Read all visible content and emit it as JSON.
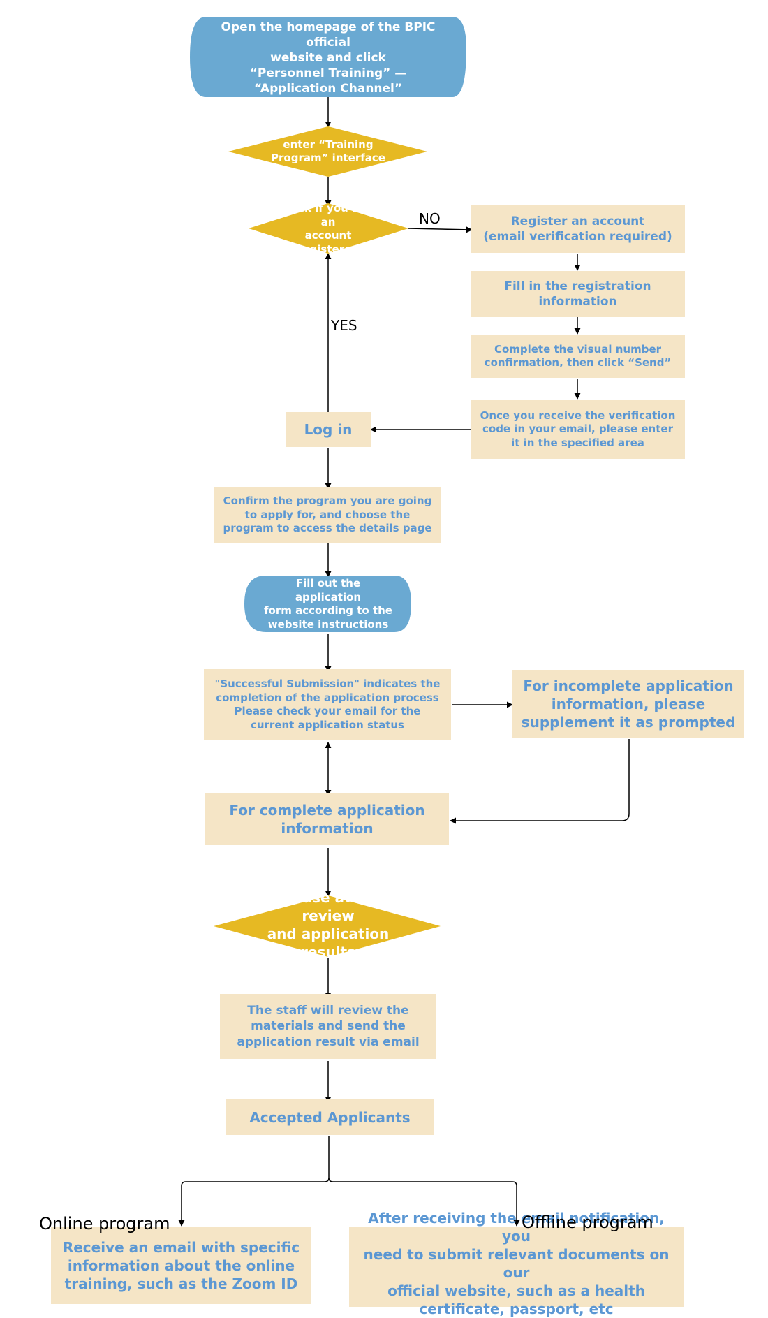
{
  "flowchart": {
    "start": "Open the homepage of the BPIC official\nwebsite and click\n“Personnel Training” —\n“Application Channel”",
    "training_program": "enter “Training\nProgram” interface",
    "check_account": "Check if you have an\naccount registered",
    "register_account": "Register an account\n(email verification required)",
    "fill_registration": "Fill in the registration\ninformation",
    "visual_confirmation": "Complete the visual number\nconfirmation, then click  “Send”",
    "verification_code": "Once you receive the verification\ncode in your email, please enter\nit in the specified area",
    "login": "Log in",
    "confirm_program": "Confirm the program you are going\nto apply for, and choose the\nprogram to access the details page",
    "fill_form": "Fill out the application\nform according to the\nwebsite instructions",
    "success_status": "\"Successful Submission\" indicates the\ncompletion of the application process\nPlease check your email for the\ncurrent application status",
    "incomplete_info": "For incomplete application\ninformation, please\nsupplement it as prompted",
    "complete_info": "For complete application\ninformation",
    "await_review": "Please await review\nand application results",
    "staff_review": "The staff will review the\nmaterials and send the\napplication result via email",
    "accepted": "Accepted  Applicants",
    "online_email": "Receive an email with specific\ninformation about the online\ntraining, such as the Zoom ID",
    "offline_docs": "After receiving the email notification, you\nneed to submit relevant documents on our\nofficial website, such as a health\ncertificate, passport, etc"
  },
  "labels": {
    "no": "NO",
    "yes": "YES",
    "online_program": "Online program",
    "offline_program": "Offline program"
  },
  "colors": {
    "blue": "#6aa9d2",
    "yellow": "#e6b923",
    "beige": "#f5e5c6",
    "text_blue": "#5b97d3",
    "line": "#000000"
  }
}
